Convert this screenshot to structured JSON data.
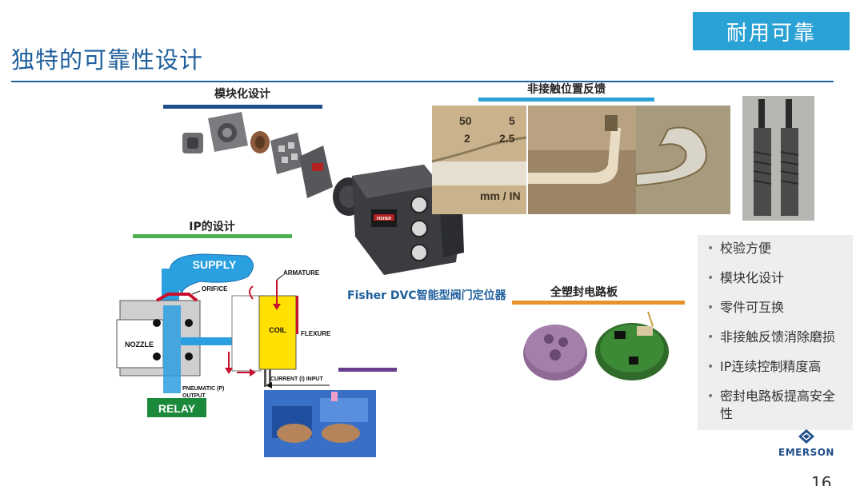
{
  "slide": {
    "title": "独特的可靠性设计",
    "badge": "耐用可靠",
    "page_number": "16"
  },
  "sections": {
    "modular": {
      "label": "模块化设计",
      "bar_color": "#1f4e8a"
    },
    "feedback": {
      "label": "非接触位置反馈",
      "bar_color": "#2aa2d6"
    },
    "ip": {
      "label": "IP的设计",
      "bar_color": "#4caf50"
    },
    "circuit": {
      "label": "全塑封电路板",
      "bar_color": "#e8912d"
    },
    "extra_bar_color": "#6a3d8f"
  },
  "product_caption": "Fisher DVC智能型阀门定位器",
  "positioner_brand": "FISHER",
  "ip_diagram": {
    "supply": "SUPPLY",
    "orifice": "ORIFICE",
    "armature": "ARMATURE",
    "nozzle": "NOZZLE",
    "coil": "COIL",
    "flexure": "FLEXURE",
    "current_input": "CURRENT (I) INPUT",
    "pneumatic_output_1": "PNEUMATIC (P)",
    "pneumatic_output_2": "OUTPUT",
    "relay": "RELAY"
  },
  "feedback_photo_scale": {
    "row1": [
      "50",
      "5",
      "2",
      "2.5"
    ],
    "row2": "mm / IN"
  },
  "bullets": [
    "校验方便",
    "模块化设计",
    "零件可互换",
    "非接触反馈消除磨损",
    "IP连续控制精度高",
    "密封电路板提高安全性"
  ],
  "logo": {
    "text": "EMERSON"
  }
}
